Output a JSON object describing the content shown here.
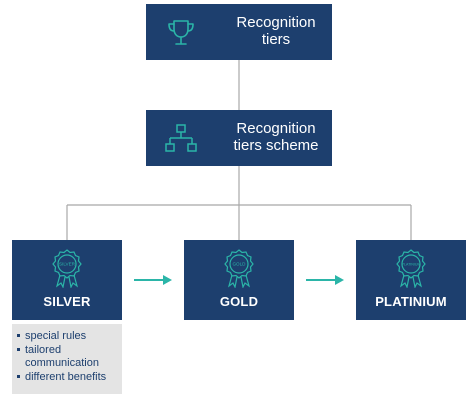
{
  "colors": {
    "box": "#1d3f6e",
    "accent": "#2bb5a8",
    "connector": "#a8a8a8",
    "info_bg": "#e4e4e4"
  },
  "top": {
    "title": "Recognition tiers",
    "icon": "trophy-icon"
  },
  "scheme": {
    "title": "Recognition tiers scheme",
    "icon": "hierarchy-icon"
  },
  "tiers": [
    {
      "name": "SILVER",
      "badge": "SILVER",
      "icon": "medal-icon"
    },
    {
      "name": "GOLD",
      "badge": "GOLD",
      "icon": "medal-icon"
    },
    {
      "name": "PLATINIUM",
      "badge": "PLATINIUM",
      "icon": "medal-icon"
    }
  ],
  "silver_details": [
    "special rules",
    "tailored communication",
    "different benefits"
  ]
}
